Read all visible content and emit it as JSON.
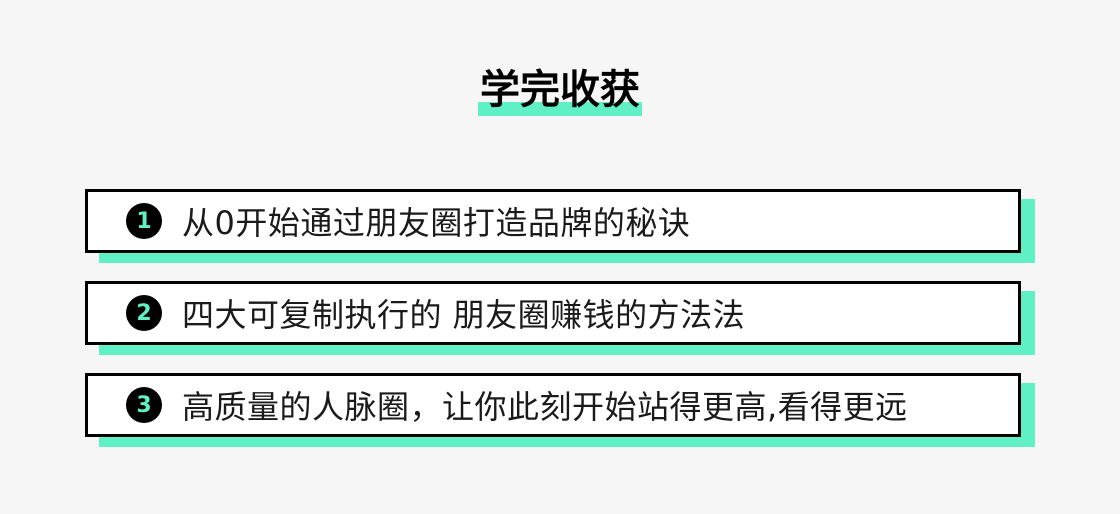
{
  "title": "学完收获",
  "items": [
    {
      "number": "1",
      "text": "从0开始通过朋友圈打造品牌的秘诀"
    },
    {
      "number": "2",
      "text": "四大可复制执行的 朋友圈赚钱的方法法"
    },
    {
      "number": "3",
      "text": "高质量的人脉圈，让你此刻开始站得更高,看得更远"
    }
  ],
  "colors": {
    "background": "#f6f6f6",
    "accent": "#5ff0c6",
    "border": "#000000",
    "card": "#ffffff"
  }
}
